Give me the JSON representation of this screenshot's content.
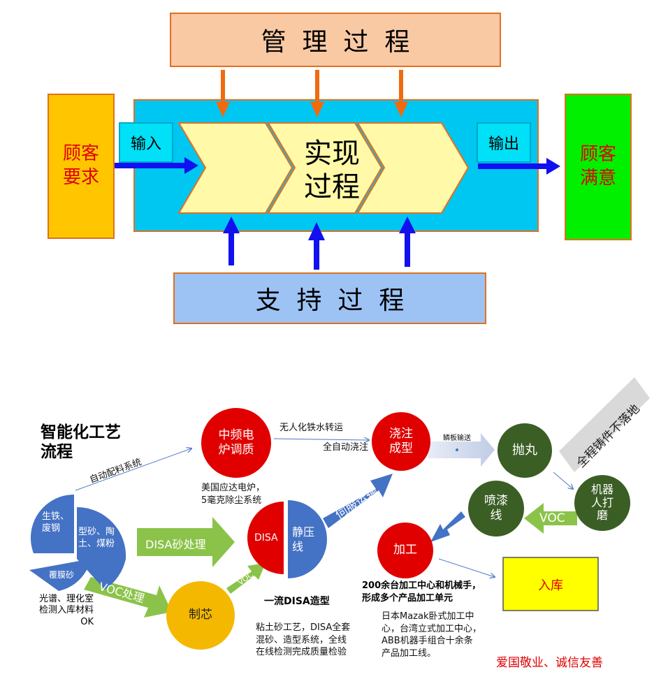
{
  "top_diagram": {
    "management": "管  理  过  程",
    "support": "支  持  过  程",
    "customer_requirements": "顾客\n要求",
    "customer_satisfaction": "顾客\n满意",
    "input": "输入",
    "output": "输出",
    "realization": "实现\n过程"
  },
  "bottom_diagram": {
    "title": "智能化工艺\n流程",
    "auto_batching": "自动配料系统",
    "furnace": "中频电\n炉调质",
    "unmanned_transfer": "无人化铁水转运",
    "auto_pouring": "全自动浇注",
    "pouring": "浇注\n成型",
    "chain_plate": "鳞板输送",
    "shot_blast": "抛丸",
    "no_ground_banner": "全程铸件不落地",
    "robot_grinding": "机器\n人打\n磨",
    "spray_paint": "喷漆\n线",
    "voc_right": "VOC",
    "machining": "加工",
    "warehouse": "入库",
    "furnace_note": "美国应达电炉，\n5毫克除尘系统",
    "servo_transport": "伺服运输",
    "static_press_line": "静压\n线",
    "disa": "DISA",
    "disa_molding": "一流DISA造型",
    "disa_note": "粘土砂工艺，DISA全套\n混砂、造型系统，全线\n在线检测完成质量检验",
    "pig_iron": "生铁、\n废钢",
    "sand_clay": "型砂、陶\n土、煤粉",
    "coated_sand": "覆膜砂",
    "disa_sand_treatment": "DISA砂处理",
    "voc_treatment": "VOC处理",
    "voc_small": "VOC",
    "core_making": "制芯",
    "lab_note": "光谱、理化室\n检测入库材料\nOK",
    "machining_centers": "200余台加工中心和机械手，\n形成多个产品加工单元",
    "machining_note": "日本Mazak卧式加工中\n心，台湾立式加工中心，\nABB机器手组合十余条\n产品加工线。",
    "slogan": "爱国敬业、诚信友善"
  },
  "colors": {
    "mgmt_fill": "#f9c9a4",
    "support_fill": "#9dc3f5",
    "cyan": "#00c6f2",
    "orange_box": "#ffc600",
    "green_box": "#00f000",
    "chevron": "#fff9a8",
    "red": "#e00000",
    "dark_green": "#3b5e25",
    "blue": "#4472c4",
    "yellow_core": "#f5b800"
  }
}
